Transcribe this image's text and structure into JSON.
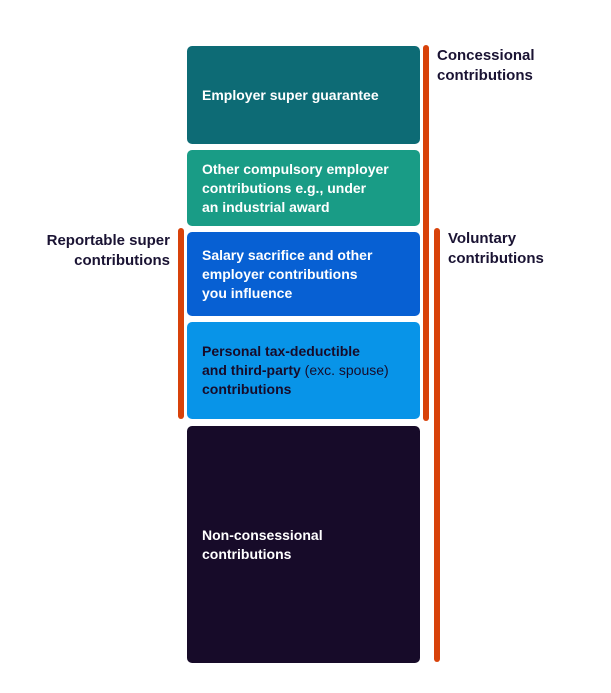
{
  "diagram": {
    "boxes": [
      {
        "name": "employer-super-guarantee",
        "label": "Employer super guarantee",
        "bg": "#0D6B75",
        "text_color": "#FFFFFF"
      },
      {
        "name": "other-compulsory-employer",
        "label": "Other compulsory employer\ncontributions e.g., under\nan industrial award",
        "bg": "#199C86",
        "text_color": "#FFFFFF"
      },
      {
        "name": "salary-sacrifice",
        "label": "Salary sacrifice and other\nemployer contributions\nyou influence",
        "bg": "#0760D3",
        "text_color": "#FFFFFF"
      },
      {
        "name": "personal-tax-deductible",
        "label_parts": {
          "bold_start": "Personal tax-deductible\nand third-party ",
          "regular": "(exc. spouse)",
          "bold_end": "\ncontributions"
        },
        "bg": "#0894E8",
        "text_color": "#170B29"
      },
      {
        "name": "non-concessional",
        "label": "Non-consessional\ncontributions",
        "bg": "#170B29",
        "text_color": "#FFFFFF"
      }
    ],
    "brackets": {
      "concessional": {
        "label": "Concessional\ncontributions",
        "color": "#D8420A"
      },
      "voluntary": {
        "label": "Voluntary\ncontributions",
        "color": "#D8420A"
      },
      "reportable": {
        "label": "Reportable super\ncontributions",
        "color": "#D8420A"
      }
    },
    "bracket_label_color": "#1A1333"
  }
}
